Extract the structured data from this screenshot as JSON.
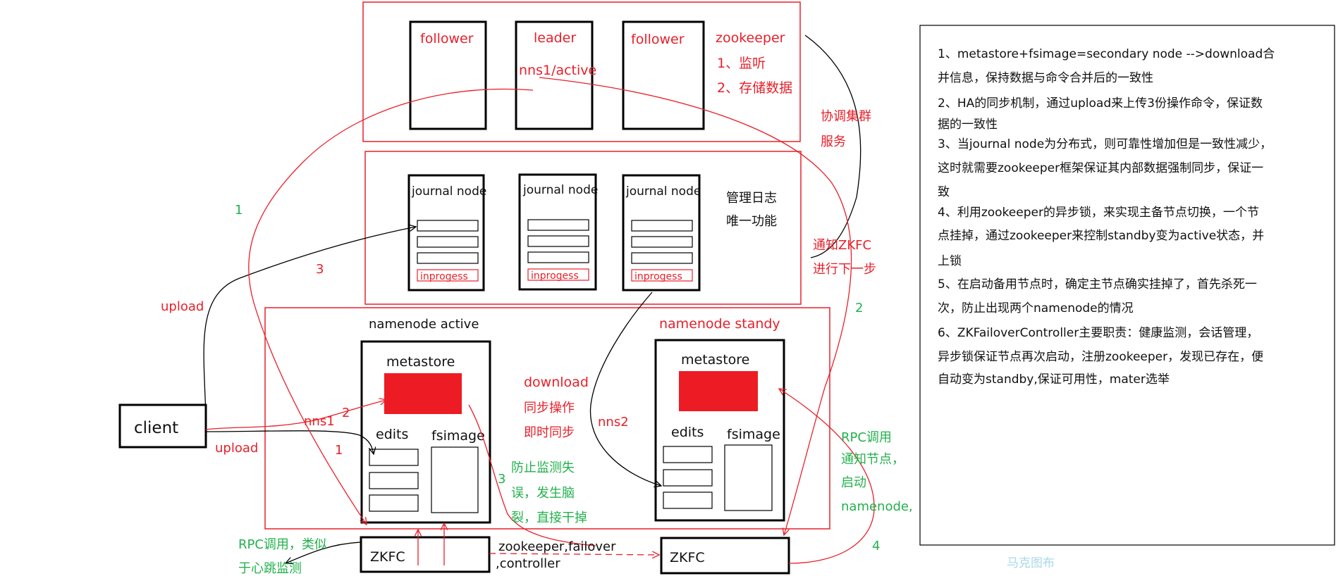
{
  "zookeeper_cluster": {
    "nodes": [
      {
        "label": "follower"
      },
      {
        "label": "leader",
        "sublabel": "nns1/active"
      },
      {
        "label": "follower"
      }
    ],
    "title": "zookeeper",
    "func1": "1、监听",
    "func2": "2、存储数据"
  },
  "journal_cluster": {
    "nodes": [
      {
        "label": "journal node"
      },
      {
        "label": "journal node"
      },
      {
        "label": "journal node"
      }
    ],
    "inprogress_label": "inprogess",
    "desc1": "管理日志",
    "desc2": "唯一功能"
  },
  "namenode_active": {
    "title": "namenode active",
    "metastore": "metastore",
    "edits": "edits",
    "fsimage": "fsimage"
  },
  "namenode_standby": {
    "title": "namenode standy",
    "metastore": "metastore",
    "edits": "edits",
    "fsimage": "fsimage"
  },
  "client": {
    "label": "client"
  },
  "zkfc_active": {
    "label": "ZKFC"
  },
  "zkfc_standby": {
    "label": "ZKFC"
  },
  "annotations": {
    "coord1": "协调集群",
    "coord2": "服务",
    "notify1": "通知ZKFC",
    "notify2": "进行下一步",
    "upload_top": "upload",
    "upload_bottom": "upload",
    "num3_left": "3",
    "num1_green": "1",
    "num2_green": "2",
    "nns1": "nns1",
    "num2_red": "2",
    "num1_red": "1",
    "download": "download",
    "sync1": "同步操作",
    "sync2": "即时同步",
    "nns2": "nns2",
    "num3_green": "3",
    "prevent1": "防止监测失",
    "prevent2": "误，发生脑",
    "prevent3": "裂，直接干掉",
    "rpc_l1": "RPC调用，类似",
    "rpc_l2": "于心跳监测",
    "zkfc_link1": "zookeeper,failover",
    "zkfc_link2": ",controller",
    "rpc_r1": "RPC调用",
    "rpc_r2": "通知节点，",
    "rpc_r3": "启动",
    "rpc_r4": "namenode,",
    "num4_green": "4"
  },
  "notes": {
    "lines": [
      "1、metastore+fsimage=secondary node -->download合",
      "并信息，保持数据与命令合并后的一致性",
      "2、HA的同步机制，通过upload来上传3份操作命令，保证数",
      "据的一致性",
      "3、当journal node为分布式，则可靠性增加但是一致性减少，",
      "这时就需要zookeeper框架保证其内部数据强制同步，保证一",
      "致",
      "4、利用zookeeper的异步锁，来实现主备节点切换，一个节",
      "点挂掉，通过zookeeper来控制standby变为active状态，并",
      "上锁",
      "5、在启动备用节点时，确定主节点确实挂掉了，首先杀死一",
      "次，防止出现两个namenode的情况",
      "6、ZKFailoverController主要职责：健康监测，会话管理，",
      "异步锁保证节点再次启动，注册zookeeper，发现已存在，便",
      "自动变为standby,保证可用性，mater选举"
    ]
  },
  "watermark": "马克图布",
  "colors": {
    "red": "#e8202a",
    "green": "#22b14c",
    "black": "#111111",
    "watermark": "#a8d8ea"
  }
}
